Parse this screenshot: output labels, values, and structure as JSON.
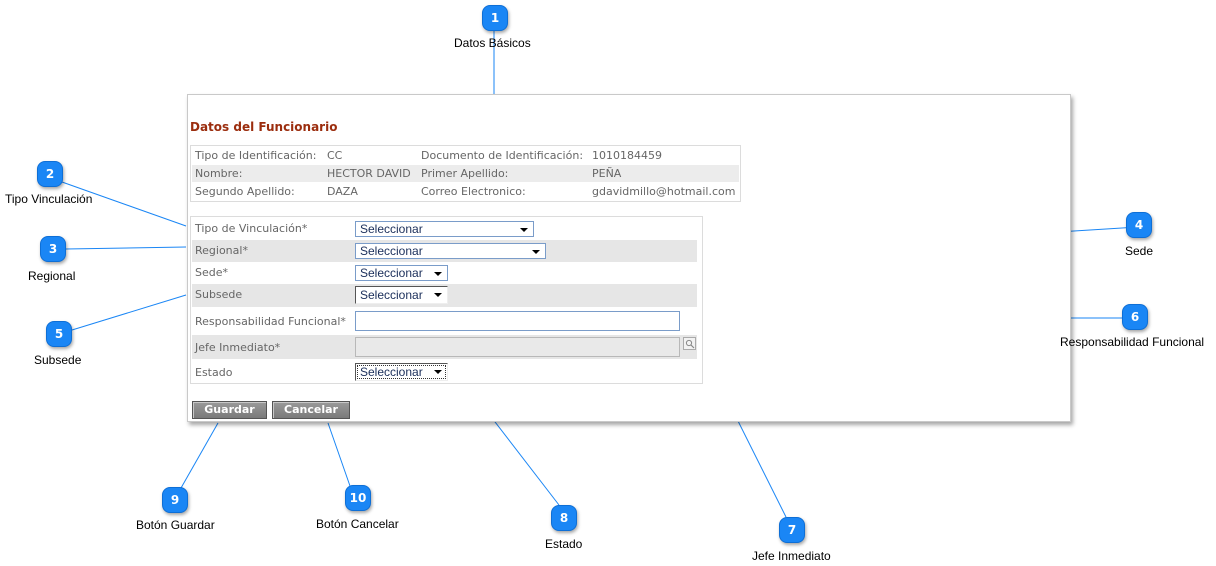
{
  "panel": {
    "title": "Datos del Funcionario"
  },
  "info": {
    "tipo_identificacion_label": "Tipo de Identificación:",
    "tipo_identificacion_value": "CC",
    "documento_label": "Documento de Identificación:",
    "documento_value": "1010184459",
    "nombre_label": "Nombre:",
    "nombre_value": "HECTOR DAVID",
    "primer_apellido_label": "Primer Apellido:",
    "primer_apellido_value": "PEÑA",
    "segundo_apellido_label": "Segundo Apellido:",
    "segundo_apellido_value": "DAZA",
    "correo_label": "Correo Electronico:",
    "correo_value": "gdavidmillo@hotmail.com"
  },
  "form": {
    "tipo_vinculacion_label": "Tipo de Vinculación*",
    "tipo_vinculacion_value": "Seleccionar",
    "regional_label": "Regional*",
    "regional_value": "Seleccionar",
    "sede_label": "Sede*",
    "sede_value": "Seleccionar",
    "subsede_label": "Subsede",
    "subsede_value": "Seleccionar",
    "responsabilidad_label": "Responsabilidad Funcional*",
    "responsabilidad_value": "",
    "jefe_label": "Jefe Inmediato*",
    "jefe_value": "",
    "estado_label": "Estado",
    "estado_value": "Seleccionar"
  },
  "buttons": {
    "guardar": "Guardar",
    "cancelar": "Cancelar"
  },
  "callouts": [
    {
      "num": "1",
      "label": "Datos Básicos"
    },
    {
      "num": "2",
      "label": "Tipo Vinculación"
    },
    {
      "num": "3",
      "label": "Regional"
    },
    {
      "num": "4",
      "label": "Sede"
    },
    {
      "num": "5",
      "label": "Subsede"
    },
    {
      "num": "6",
      "label": "Responsabilidad Funcional"
    },
    {
      "num": "7",
      "label": "Jefe Inmediato"
    },
    {
      "num": "8",
      "label": "Estado"
    },
    {
      "num": "9",
      "label": "Botón Guardar"
    },
    {
      "num": "10",
      "label": "Botón Cancelar"
    }
  ],
  "colors": {
    "badge": "#1a86f5",
    "title": "#9b2d0e",
    "leader": "#1a86f5"
  },
  "icons": {
    "lookup": "magnifier-icon",
    "dropdown": "chevron-down-icon"
  }
}
